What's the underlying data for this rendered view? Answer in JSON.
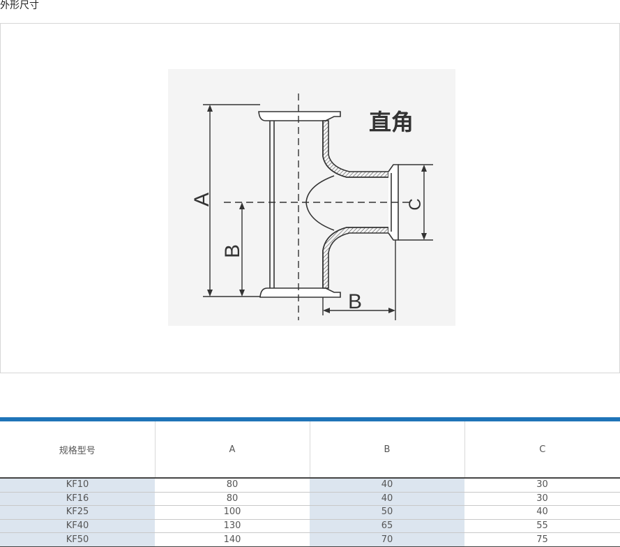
{
  "section_title": "外形尺寸",
  "drawing": {
    "type_label": "直角",
    "dim_labels": {
      "a": "A",
      "b_vertical": "B",
      "b_horizontal": "B",
      "c": "C"
    }
  },
  "spec_table": {
    "headers": [
      "规格型号",
      "A",
      "B",
      "C"
    ],
    "rows": [
      [
        "KF10",
        "80",
        "40",
        "30"
      ],
      [
        "KF16",
        "80",
        "40",
        "30"
      ],
      [
        "KF25",
        "100",
        "50",
        "40"
      ],
      [
        "KF40",
        "130",
        "65",
        "55"
      ],
      [
        "KF50",
        "140",
        "70",
        "75"
      ]
    ]
  },
  "colors": {
    "accent_bar": "#1f74b8",
    "shaded_column": "#dce5ef"
  }
}
